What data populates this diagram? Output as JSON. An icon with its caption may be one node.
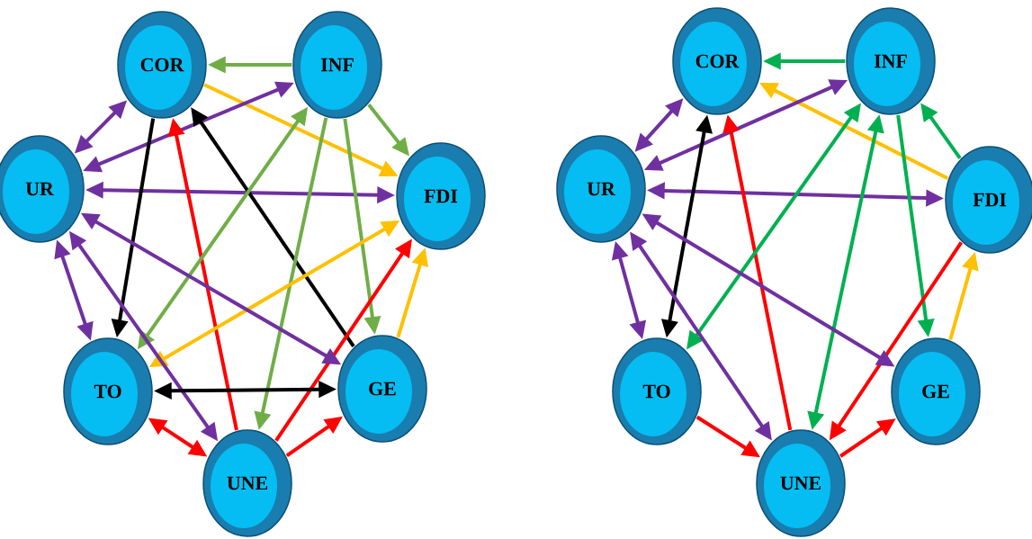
{
  "diagram": {
    "nodes": [
      {
        "text": [
          "COR"
        ]
      },
      {
        "text": [
          "INF"
        ]
      },
      {
        "text": [
          "UR"
        ]
      },
      {
        "text": [
          "FDI"
        ]
      },
      {
        "text": [
          "TO"
        ]
      },
      {
        "text": [
          "GE"
        ]
      },
      {
        "text": [
          "UNE"
        ]
      },
      {
        "text": [
          "COR"
        ]
      },
      {
        "text": [
          "INF"
        ]
      },
      {
        "text": [
          "UR"
        ]
      },
      {
        "text": [
          "FDI"
        ]
      },
      {
        "text": [
          "TO"
        ]
      },
      {
        "text": [
          "GE"
        ]
      },
      {
        "text": [
          "UNE"
        ]
      }
    ],
    "edges": [
      {
        "from": 1,
        "to": 0,
        "arrow": "to",
        "color": "#70ad47"
      },
      {
        "from": 0,
        "to": 2,
        "arrow": "both",
        "color": "#7030a0"
      },
      {
        "from": 1,
        "to": 3,
        "arrow": "to",
        "color": "#70ad47"
      },
      {
        "from": 0,
        "to": 3,
        "arrow": "to",
        "color": "#ffc000"
      },
      {
        "from": 2,
        "to": 1,
        "arrow": "both",
        "color": "#7030a0"
      },
      {
        "from": 2,
        "to": 3,
        "arrow": "both",
        "color": "#7030a0"
      },
      {
        "from": 0,
        "to": 4,
        "arrow": "to",
        "color": "#000000"
      },
      {
        "from": 6,
        "to": 0,
        "arrow": "to",
        "color": "#ff0000"
      },
      {
        "from": 5,
        "to": 0,
        "arrow": "to",
        "color": "#000000"
      },
      {
        "from": 4,
        "to": 1,
        "arrow": "both",
        "color": "#70ad47"
      },
      {
        "from": 1,
        "to": 6,
        "arrow": "to",
        "color": "#70ad47"
      },
      {
        "from": 1,
        "to": 5,
        "arrow": "to",
        "color": "#70ad47"
      },
      {
        "from": 4,
        "to": 3,
        "arrow": "both",
        "color": "#ffc000"
      },
      {
        "from": 6,
        "to": 3,
        "arrow": "to",
        "color": "#ff0000"
      },
      {
        "from": 5,
        "to": 3,
        "arrow": "to",
        "color": "#ffc000"
      },
      {
        "from": 2,
        "to": 4,
        "arrow": "both",
        "color": "#7030a0"
      },
      {
        "from": 2,
        "to": 6,
        "arrow": "both",
        "color": "#7030a0"
      },
      {
        "from": 2,
        "to": 5,
        "arrow": "both",
        "color": "#7030a0"
      },
      {
        "from": 4,
        "to": 5,
        "arrow": "both",
        "color": "#000000"
      },
      {
        "from": 4,
        "to": 6,
        "arrow": "both",
        "color": "#ff0000"
      },
      {
        "from": 6,
        "to": 5,
        "arrow": "to",
        "color": "#ff0000"
      },
      {
        "from": 8,
        "to": 7,
        "arrow": "to",
        "color": "#00b050"
      },
      {
        "from": 7,
        "to": 9,
        "arrow": "both",
        "color": "#7030a0"
      },
      {
        "from": 10,
        "to": 8,
        "arrow": "to",
        "color": "#00b050"
      },
      {
        "from": 10,
        "to": 7,
        "arrow": "to",
        "color": "#ffc000"
      },
      {
        "from": 9,
        "to": 8,
        "arrow": "both",
        "color": "#7030a0"
      },
      {
        "from": 9,
        "to": 10,
        "arrow": "both",
        "color": "#7030a0"
      },
      {
        "from": 11,
        "to": 7,
        "arrow": "both",
        "color": "#000000"
      },
      {
        "from": 13,
        "to": 7,
        "arrow": "to",
        "color": "#ff0000"
      },
      {
        "from": 11,
        "to": 8,
        "arrow": "both",
        "color": "#00b050"
      },
      {
        "from": 13,
        "to": 8,
        "arrow": "both",
        "color": "#00b050"
      },
      {
        "from": 8,
        "to": 12,
        "arrow": "to",
        "color": "#00b050"
      },
      {
        "from": 10,
        "to": 13,
        "arrow": "to",
        "color": "#ff0000"
      },
      {
        "from": 12,
        "to": 10,
        "arrow": "to",
        "color": "#ffc000"
      },
      {
        "from": 9,
        "to": 11,
        "arrow": "both",
        "color": "#7030a0"
      },
      {
        "from": 9,
        "to": 13,
        "arrow": "both",
        "color": "#7030a0"
      },
      {
        "from": 9,
        "to": 12,
        "arrow": "both",
        "color": "#7030a0"
      },
      {
        "from": 11,
        "to": 13,
        "arrow": "to",
        "color": "#ff0000"
      },
      {
        "from": 13,
        "to": 12,
        "arrow": "to",
        "color": "#ff0000"
      }
    ]
  }
}
